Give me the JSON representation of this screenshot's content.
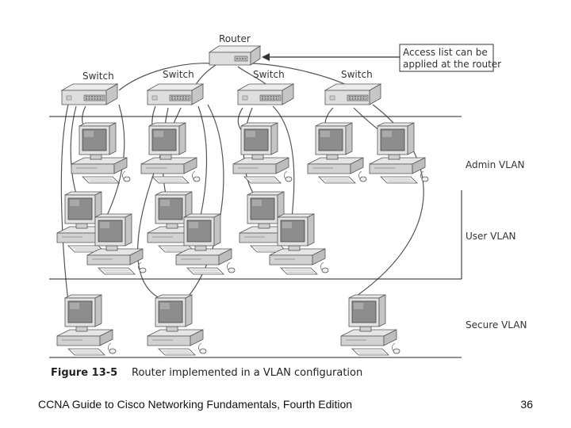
{
  "figure": {
    "router_label": "Router",
    "switch_labels": [
      "Switch",
      "Switch",
      "Switch",
      "Switch"
    ],
    "callout_lines": [
      "Access list can be",
      "applied at the router"
    ],
    "vlan_labels": [
      "Admin VLAN",
      "User VLAN",
      "Secure VLAN"
    ],
    "caption_number": "Figure 13-5",
    "caption_text": "Router implemented in a VLAN configuration"
  },
  "footer": {
    "title": "CCNA Guide to Cisco Networking Fundamentals, Fourth Edition",
    "page_number": "36"
  }
}
